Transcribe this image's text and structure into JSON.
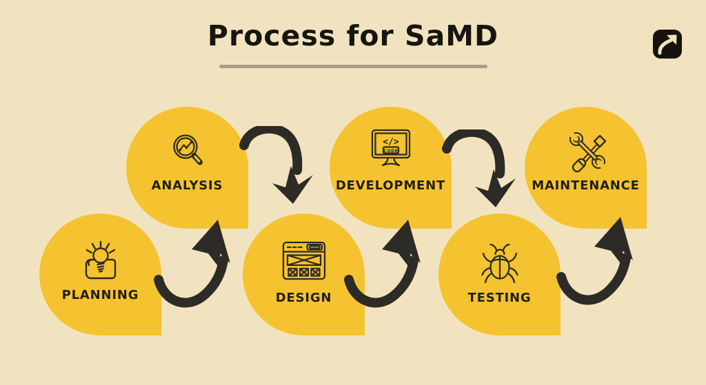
{
  "title": "Process for SaMD",
  "brand": {
    "logo": "arrow-up-right-logo"
  },
  "colors": {
    "background": "#f2e3c0",
    "bubble_yellow": "#f5c32f",
    "ink": "#2d2b26",
    "underline_gray": "#a79e8b",
    "logo_black": "#16130d"
  },
  "steps": [
    {
      "id": "planning",
      "label": "PLANNING",
      "icon": "lightbulb-plan-icon",
      "row": "bottom",
      "order": 1
    },
    {
      "id": "analysis",
      "label": "ANALYSIS",
      "icon": "magnifier-chart-icon",
      "row": "top",
      "order": 2
    },
    {
      "id": "design",
      "label": "DESIGN",
      "icon": "wireframe-window-icon",
      "row": "bottom",
      "order": 3
    },
    {
      "id": "development",
      "label": "DEVELOPMENT",
      "icon": "code-monitor-icon",
      "row": "top",
      "order": 4
    },
    {
      "id": "testing",
      "label": "TESTING",
      "icon": "bug-icon",
      "row": "bottom",
      "order": 5
    },
    {
      "id": "maintenance",
      "label": "MAINTENANCE",
      "icon": "wrench-screwdriver-icon",
      "row": "top",
      "order": 6
    }
  ],
  "dev_icon_text": {
    "code_symbol": "</>",
    "code_label": "CODE"
  },
  "arrows": [
    {
      "from": "planning",
      "to": "analysis",
      "shape": "curve-up"
    },
    {
      "from": "analysis",
      "to": "design",
      "shape": "arc-down"
    },
    {
      "from": "design",
      "to": "development",
      "shape": "curve-up"
    },
    {
      "from": "development",
      "to": "testing",
      "shape": "arc-down"
    },
    {
      "from": "testing",
      "to": "maintenance",
      "shape": "curve-up"
    }
  ]
}
